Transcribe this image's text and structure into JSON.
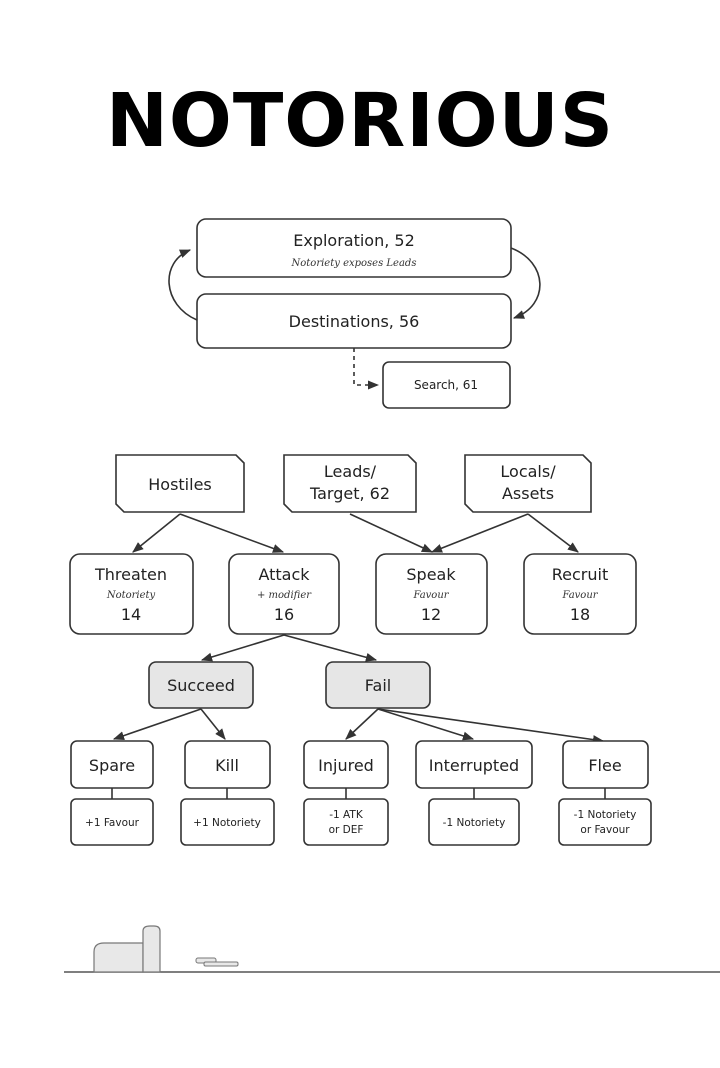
{
  "title": "NOTORIOUS",
  "flow": {
    "exploration": {
      "label": "Exploration, 52",
      "note": "Notoriety exposes Leads"
    },
    "destinations": {
      "label": "Destinations, 56"
    },
    "search": {
      "label": "Search, 61"
    }
  },
  "sources": {
    "hostiles": "Hostiles",
    "leads_line1": "Leads/",
    "leads_line2": "Target, 62",
    "locals_line1": "Locals/",
    "locals_line2": "Assets"
  },
  "actions": {
    "threaten": {
      "label": "Threaten",
      "note": "Notoriety",
      "value": "14"
    },
    "attack": {
      "label": "Attack",
      "note": "+ modifier",
      "value": "16"
    },
    "speak": {
      "label": "Speak",
      "note": "Favour",
      "value": "12"
    },
    "recruit": {
      "label": "Recruit",
      "note": "Favour",
      "value": "18"
    }
  },
  "results": {
    "succeed": "Succeed",
    "fail": "Fail"
  },
  "outcomes": {
    "spare": {
      "label": "Spare",
      "effect": "+1 Favour"
    },
    "kill": {
      "label": "Kill",
      "effect": "+1 Notoriety"
    },
    "injured": {
      "label": "Injured",
      "effect_line1": "-1 ATK",
      "effect_line2": "or DEF"
    },
    "interrupted": {
      "label": "Interrupted",
      "effect": "-1 Notoriety"
    },
    "flee": {
      "label": "Flee",
      "effect_line1": "-1 Notoriety",
      "effect_line2": "or Favour"
    }
  }
}
